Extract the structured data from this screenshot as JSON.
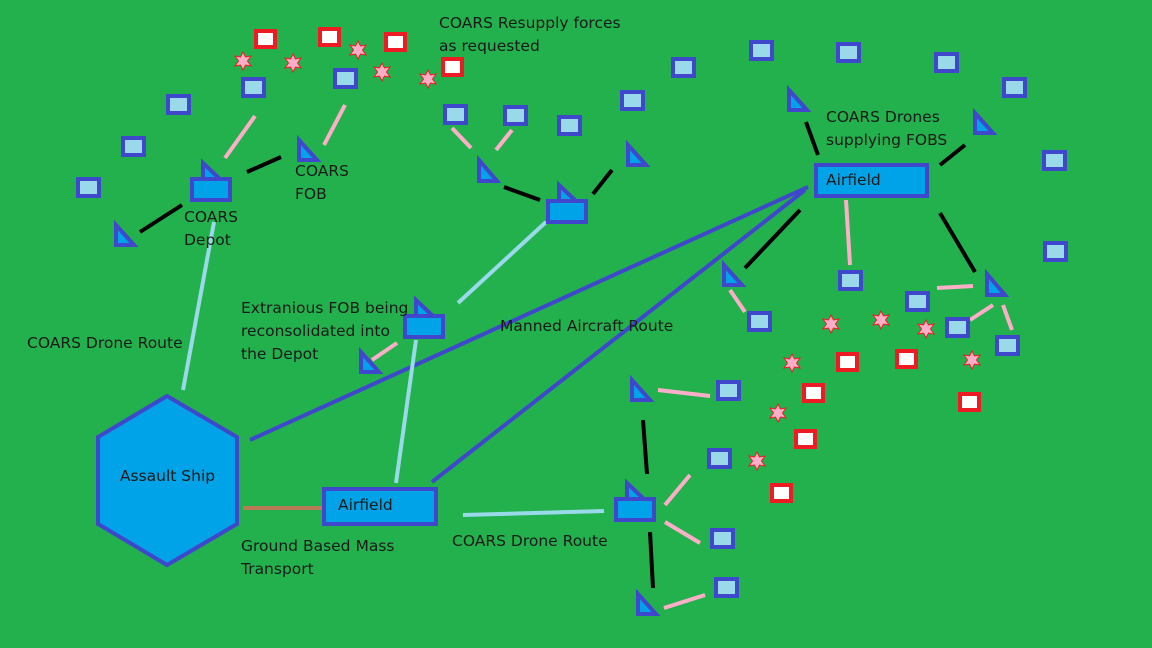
{
  "labels": {
    "resupply": "COARS Resupply forces\nas requested",
    "drones_fobs": "COARS Drones\nsupplying FOBS",
    "coars_fob": "COARS\nFOB",
    "coars_depot": "COARS\nDepot",
    "extranious": "Extranious FOB being\nreconsolidated into\nthe Depot",
    "manned_route": "Manned Aircraft Route",
    "drone_route_left": "COARS Drone Route",
    "drone_route_bottom": "COARS Drone Route",
    "ground_transport": "Ground Based Mass\nTransport"
  },
  "nodes": {
    "assault_ship": "Assault Ship",
    "airfield_top": "Airfield",
    "airfield_bottom": "Airfield"
  },
  "colors": {
    "background": "#22b14c",
    "node_fill": "#00a2e8",
    "node_stroke": "#3f48cc",
    "unit_fill": "#99d9ea",
    "enemy_stroke": "#ed1c24",
    "pink_link": "#ffaec9",
    "black_link": "#000000",
    "drone_route": "#99d9ea",
    "manned_route": "#3f48cc",
    "ground_route": "#b97a57"
  }
}
